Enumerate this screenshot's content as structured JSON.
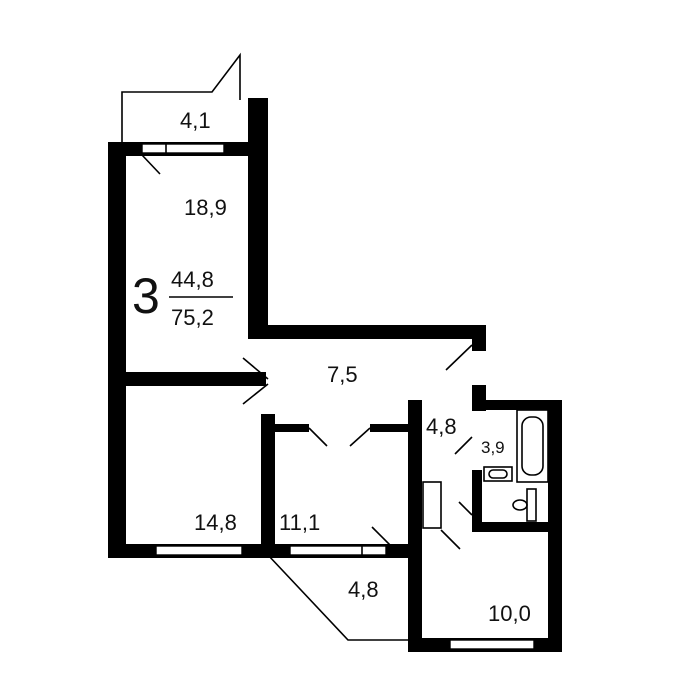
{
  "plan": {
    "room_count": "3",
    "living_area": "44,8",
    "total_area": "75,2"
  },
  "rooms": {
    "balcony_top": "4,1",
    "room_top": "18,9",
    "hall": "7,5",
    "corridor": "4,8",
    "bathroom": "3,9",
    "room_left": "14,8",
    "room_middle": "11,1",
    "balcony_bottom": "4,8",
    "kitchen": "10,0"
  },
  "colors": {
    "wall": "#000000",
    "background": "#ffffff"
  }
}
